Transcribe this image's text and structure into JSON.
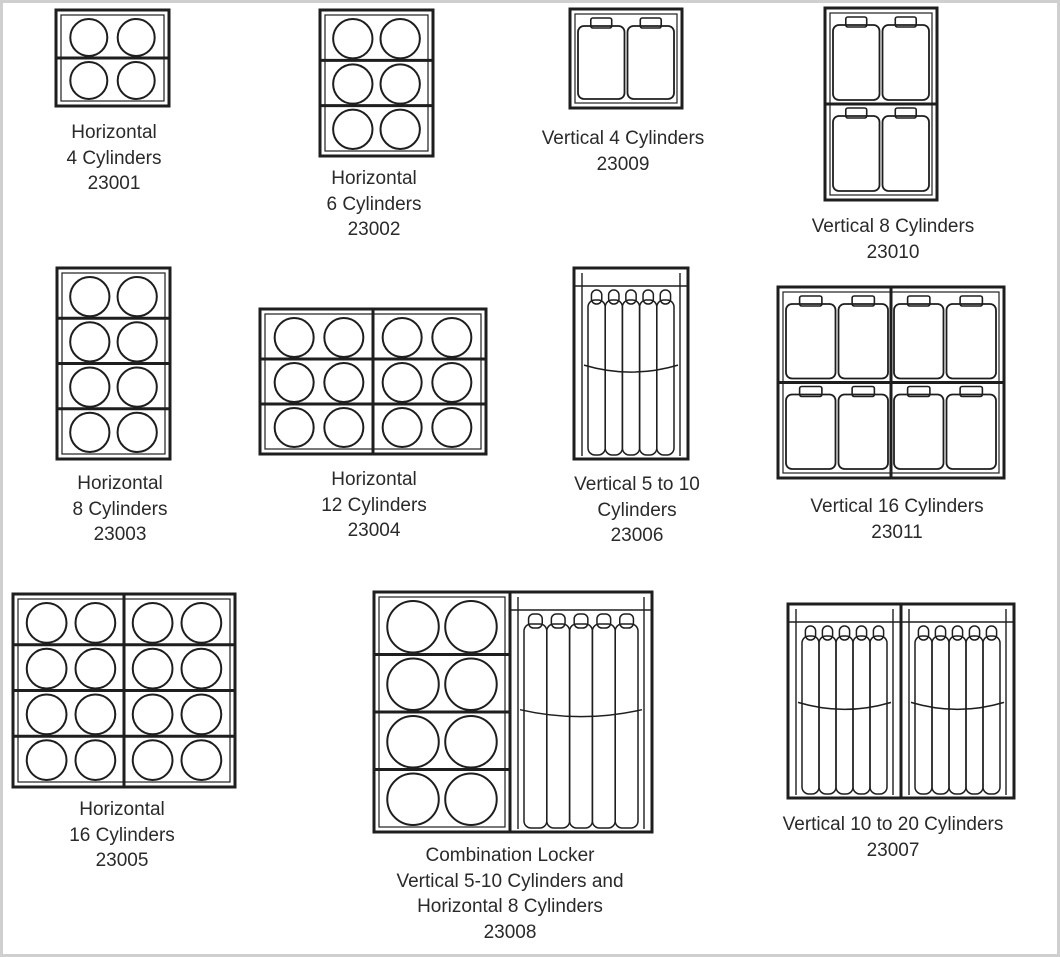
{
  "lockers": [
    {
      "id": "h4",
      "lines": [
        "Horizontal",
        "4 Cylinders",
        "23001"
      ]
    },
    {
      "id": "h6",
      "lines": [
        "Horizontal",
        "6 Cylinders",
        "23002"
      ]
    },
    {
      "id": "v4",
      "lines": [
        "Vertical 4 Cylinders",
        "23009"
      ]
    },
    {
      "id": "v8",
      "lines": [
        "Vertical 8 Cylinders",
        "23010"
      ]
    },
    {
      "id": "h8",
      "lines": [
        "Horizontal",
        "8 Cylinders",
        "23003"
      ]
    },
    {
      "id": "h12",
      "lines": [
        "Horizontal",
        "12 Cylinders",
        "23004"
      ]
    },
    {
      "id": "v5_10",
      "lines": [
        "Vertical 5 to 10",
        "Cylinders",
        "23006"
      ]
    },
    {
      "id": "v16",
      "lines": [
        "Vertical 16 Cylinders",
        "23011"
      ]
    },
    {
      "id": "h16",
      "lines": [
        "Horizontal",
        "16 Cylinders",
        "23005"
      ]
    },
    {
      "id": "combo",
      "lines": [
        "Combination Locker",
        "Vertical 5-10 Cylinders and",
        "Horizontal 8 Cylinders",
        "23008"
      ]
    },
    {
      "id": "v10_20",
      "lines": [
        "Vertical 10 to 20 Cylinders",
        "23007"
      ]
    }
  ],
  "colors": {
    "line": "#1e1e1e",
    "text": "#2a2a2a",
    "frame": "#cfcfcf"
  }
}
